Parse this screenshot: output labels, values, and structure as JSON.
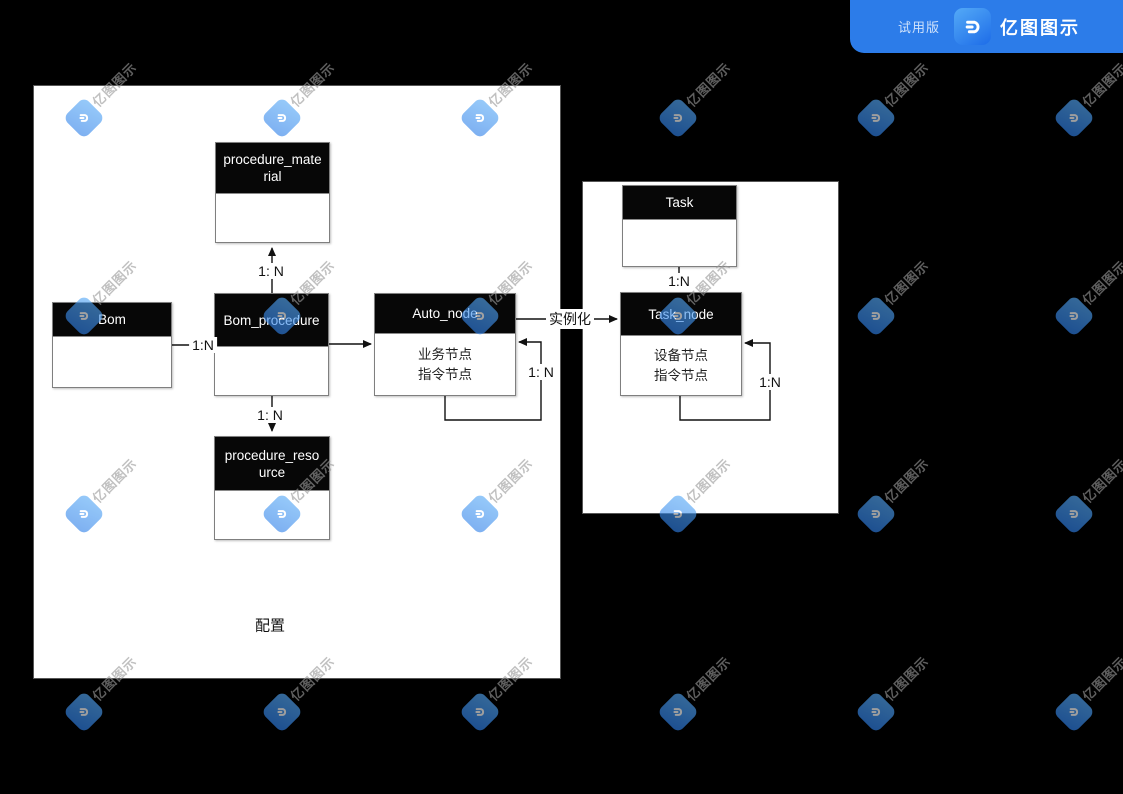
{
  "banner": {
    "trial": "试用版",
    "brand": "亿图图示",
    "bg_color": "#2C7CE9"
  },
  "watermark": {
    "text": "亿图图示",
    "diamond_color": "#3E8FEF"
  },
  "group_labels": {
    "left_group": "配置"
  },
  "entities": {
    "procedure_material": {
      "title": "procedure_material",
      "body": []
    },
    "bom": {
      "title": "Bom",
      "body": []
    },
    "bom_procedure": {
      "title": "Bom_procedure",
      "body": []
    },
    "auto_node": {
      "title": "Auto_node",
      "body": [
        "业务节点",
        "指令节点"
      ]
    },
    "procedure_resource": {
      "title": "procedure_resource",
      "body": []
    },
    "task": {
      "title": "Task",
      "body": []
    },
    "task_node": {
      "title": "Task_node",
      "body": [
        "设备节点",
        "指令节点"
      ]
    }
  },
  "relations": {
    "bom_to_bomprocedure": "1:N",
    "bomprocedure_to_material": "1: N",
    "bomprocedure_to_resource": "1: N",
    "autonode_self": "1: N",
    "instantiate": "实例化",
    "task_to_tasknode": "1:N",
    "tasknode_self": "1:N"
  }
}
